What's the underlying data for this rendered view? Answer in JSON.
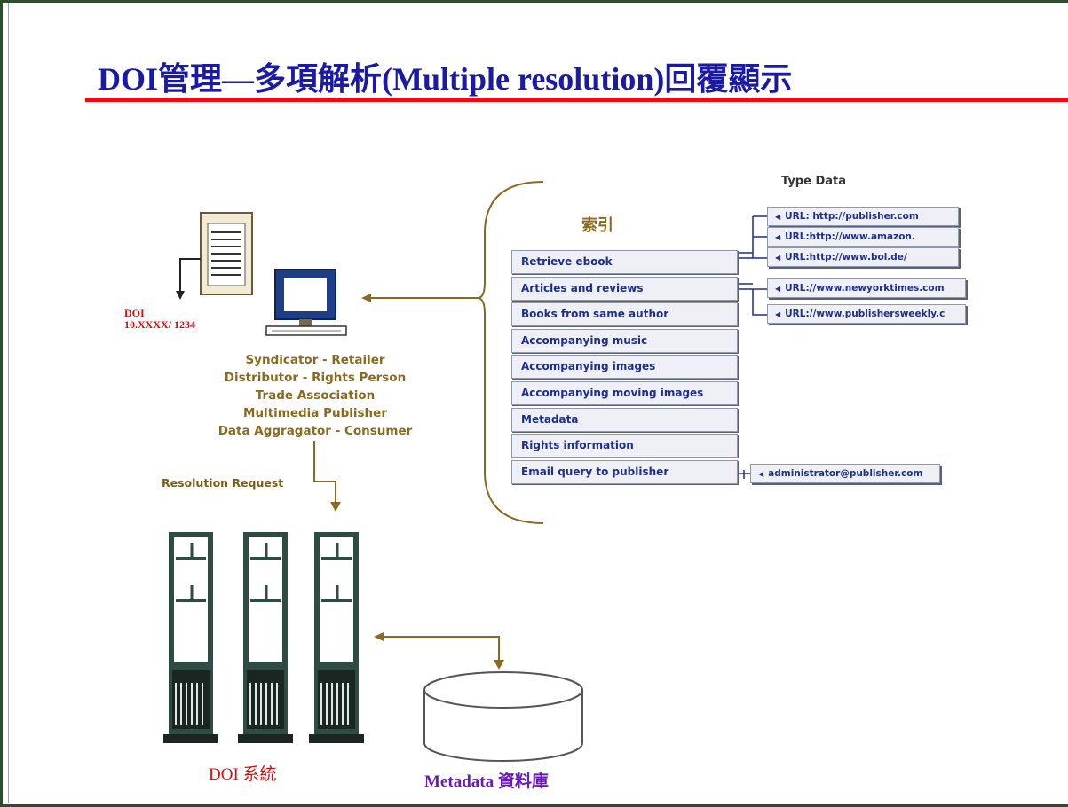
{
  "title": "DOI管理—多項解析(Multiple resolution)回覆顯示",
  "doi": {
    "line1": "DOI",
    "line2": "10.XXXX/ 1234"
  },
  "roles": [
    "Syndicator - Retailer",
    "Distributor - Rights Person",
    "Trade Association",
    "Multimedia Publisher",
    "Data Aggragator - Consumer"
  ],
  "resolution_request": "Resolution Request",
  "index_title": "索引",
  "type_data_header": "Type  Data",
  "menu_items": [
    "Retrieve ebook",
    "Articles and reviews",
    "Books from same author",
    "Accompanying music",
    "Accompanying images",
    "Accompanying moving images",
    "Metadata",
    "Rights information",
    "Email query to publisher"
  ],
  "urls": [
    "URL: http://publisher.com",
    "URL:http://www.amazon.",
    "URL:http://www.bol.de/",
    "URL://www.newyorktimes.com",
    "URL://www.publishersweekly.c",
    "administrator@publisher.com"
  ],
  "doi_system_label": "DOI 系統",
  "metadata_db_label": "Metadata 資料庫",
  "colors": {
    "title": "#1a1aa6",
    "rule": "#e0101a",
    "menu_text": "#1e2f8a",
    "connector": "#8a6a1e",
    "doi_label": "#d01010",
    "db_label": "#6a1ab8"
  }
}
